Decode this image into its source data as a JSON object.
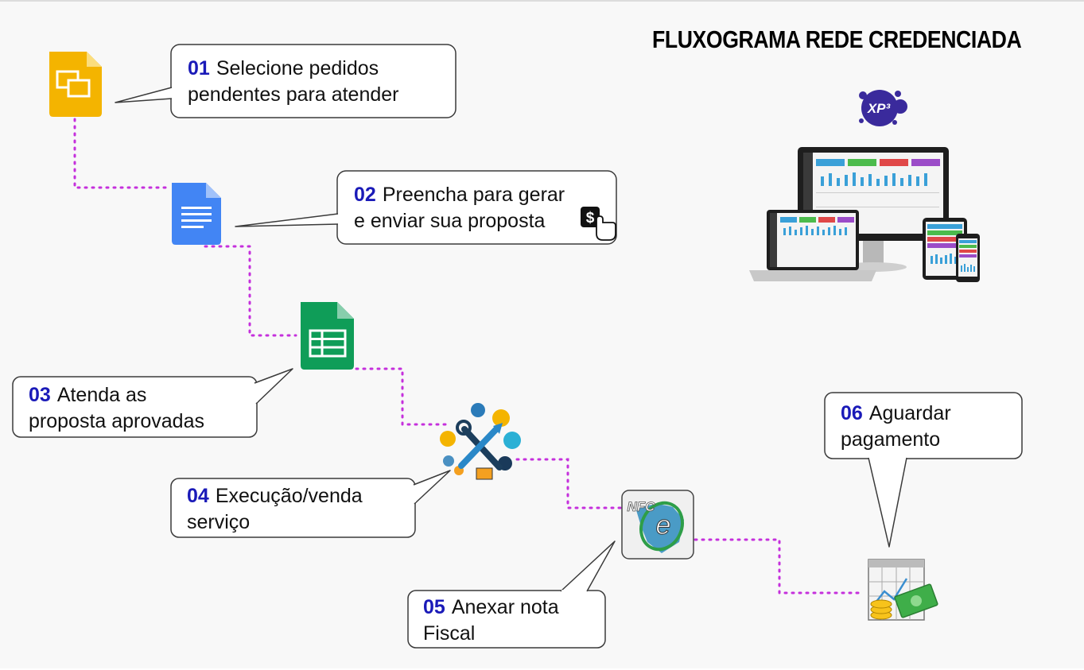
{
  "title": "FLUXOGRAMA REDE CREDENCIADA",
  "logo_text": "XP³",
  "colors": {
    "connector": "#c530dc",
    "number": "#1a1ab8",
    "slides_icon": "#f4b400",
    "docs_icon": "#4285f4",
    "sheets_icon": "#0f9d58"
  },
  "steps": [
    {
      "num": "01",
      "text": "Selecione pedidos pendentes para atender",
      "line1": "Selecione pedidos",
      "line2": "pendentes para atender",
      "icon": "slides-icon"
    },
    {
      "num": "02",
      "text": "Preencha para gerar e enviar sua proposta",
      "line1": "Preencha para gerar",
      "line2": "e enviar sua proposta",
      "icon": "docs-icon"
    },
    {
      "num": "03",
      "text": "Atenda as proposta aprovadas",
      "line1": "Atenda as",
      "line2": "proposta aprovadas",
      "icon": "sheets-icon"
    },
    {
      "num": "04",
      "text": "Execução/venda serviço",
      "line1": "Execução/venda",
      "line2": "serviço",
      "icon": "tools-icon"
    },
    {
      "num": "05",
      "text": "Anexar nota Fiscal",
      "line1": "Anexar nota",
      "line2": "Fiscal",
      "icon": "nfce-icon"
    },
    {
      "num": "06",
      "text": "Aguardar pagamento",
      "line1": "Aguardar",
      "line2": "pagamento",
      "icon": "payment-chart-icon"
    }
  ],
  "nfce_label": "NFC",
  "nfce_letter": "e",
  "dollar_symbol": "$"
}
